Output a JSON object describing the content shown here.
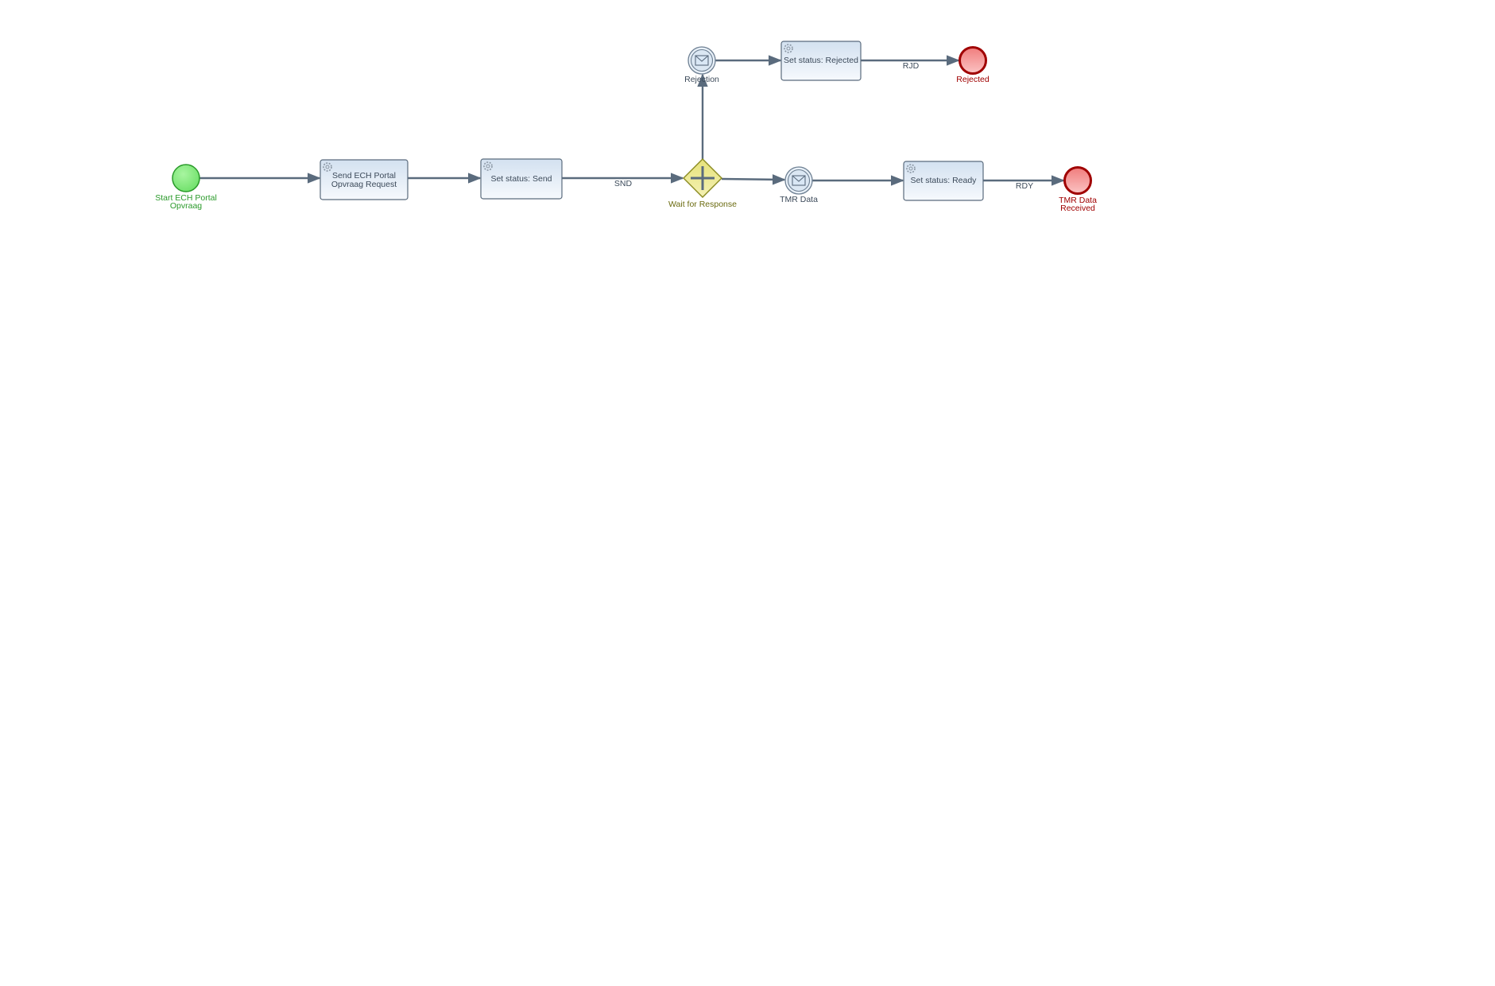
{
  "diagram": {
    "start_event": {
      "label_line1": "Start ECH Portal",
      "label_line2": "Opvraag",
      "color": "#2a9a2a"
    },
    "tasks": [
      {
        "line1": "Send ECH Portal",
        "line2": "Opvraag Request"
      },
      {
        "line1": "Set status: Send"
      },
      {
        "line1": "Set status: Rejected"
      },
      {
        "line1": "Set status: Ready"
      }
    ],
    "gateway": {
      "label": "Wait for Response",
      "color": "#6b6b10"
    },
    "message_events": [
      {
        "label": "Rejection"
      },
      {
        "label": "TMR Data"
      }
    ],
    "end_events": [
      {
        "label_line1": "Rejected"
      },
      {
        "label_line1": "TMR Data",
        "label_line2": "Received"
      }
    ],
    "flow_labels": {
      "snd": "SND",
      "rjd": "RJD",
      "rdy": "RDY"
    },
    "colors": {
      "end": "#a00000",
      "flow": "#5a6b7d"
    }
  }
}
